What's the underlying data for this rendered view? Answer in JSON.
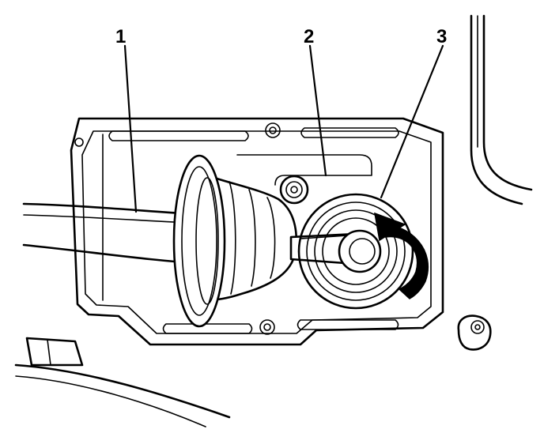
{
  "callouts": [
    {
      "label": "1"
    },
    {
      "label": "2"
    },
    {
      "label": "3"
    }
  ],
  "colors": {
    "ink": "#000000",
    "paper": "#ffffff"
  },
  "icons": {
    "rotation": "curved-arrow-clockwise-icon"
  }
}
